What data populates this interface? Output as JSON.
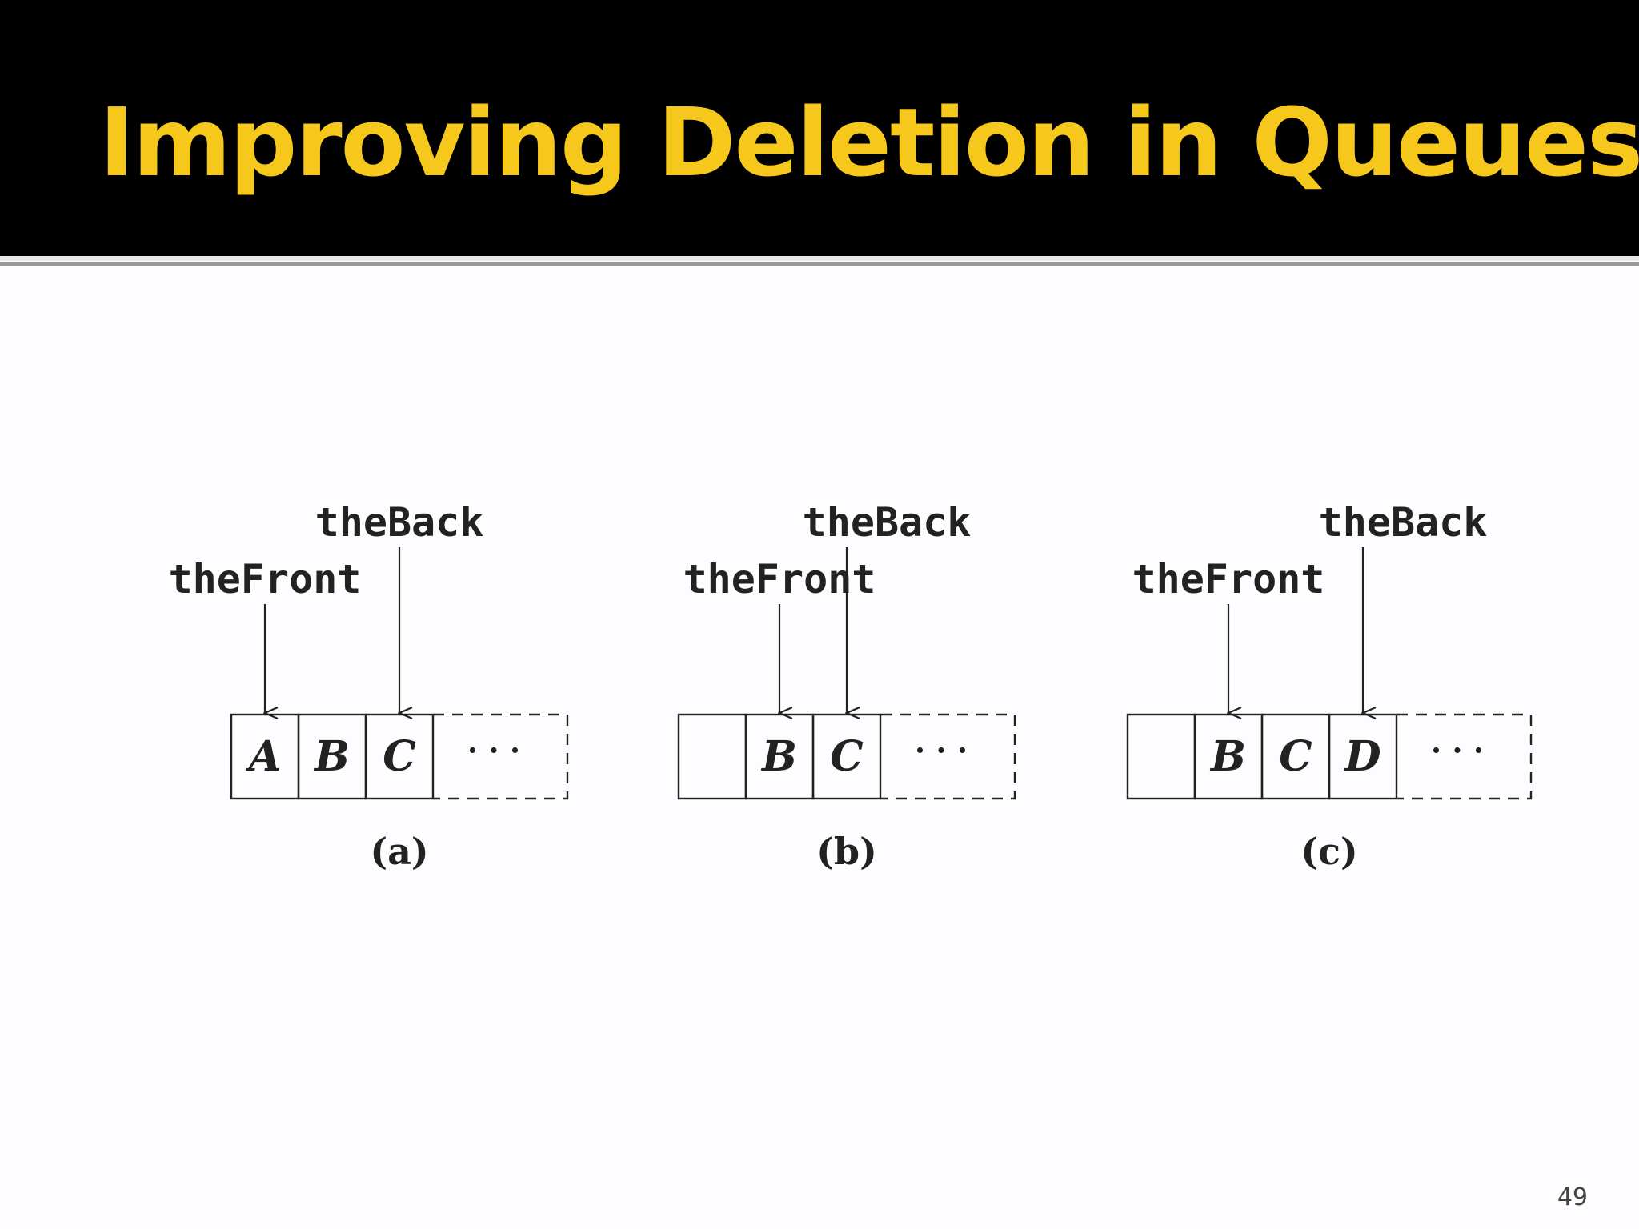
{
  "slide": {
    "title": "Improving Deletion in Queues…",
    "page_number": "49",
    "title_color": "#f5c81b"
  },
  "diagrams": [
    {
      "caption": "(a)",
      "front_label": "theFront",
      "back_label": "theBack",
      "cells": [
        "A",
        "B",
        "C"
      ],
      "front_index": 0,
      "back_index": 2,
      "ellipsis": "· · ·"
    },
    {
      "caption": "(b)",
      "front_label": "theFront",
      "back_label": "theBack",
      "cells": [
        "",
        "B",
        "C"
      ],
      "front_index": 1,
      "back_index": 2,
      "ellipsis": "· · ·"
    },
    {
      "caption": "(c)",
      "front_label": "theFront",
      "back_label": "theBack",
      "cells": [
        "",
        "B",
        "C",
        "D"
      ],
      "front_index": 1,
      "back_index": 3,
      "ellipsis": "· · ·"
    }
  ]
}
